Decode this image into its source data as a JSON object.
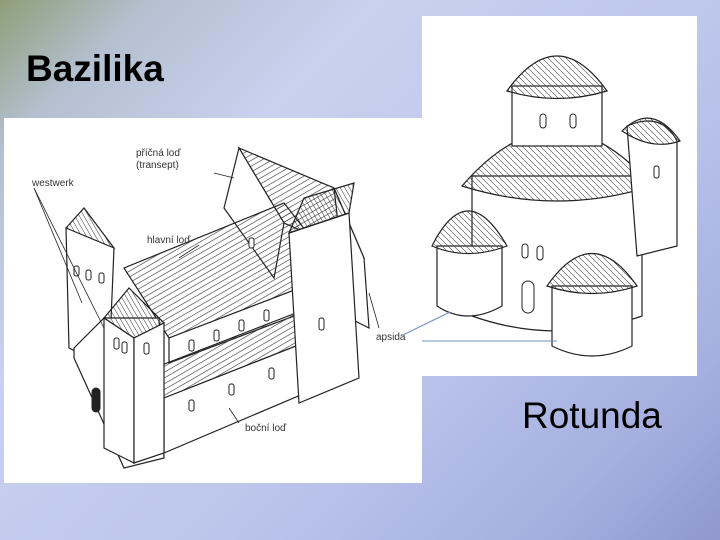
{
  "slide": {
    "title": "Bazilika",
    "subtitle": "Rotunda"
  },
  "diagram": {
    "labels": {
      "transept_line1": "příčná loď",
      "transept_line2": "(transept)",
      "westwerk": "westwerk",
      "nave": "hlavní loď",
      "apse": "apsida",
      "aisle": "boční loď"
    }
  },
  "colors": {
    "leader_line": "#6f8fc0",
    "line_art": "#222222"
  }
}
